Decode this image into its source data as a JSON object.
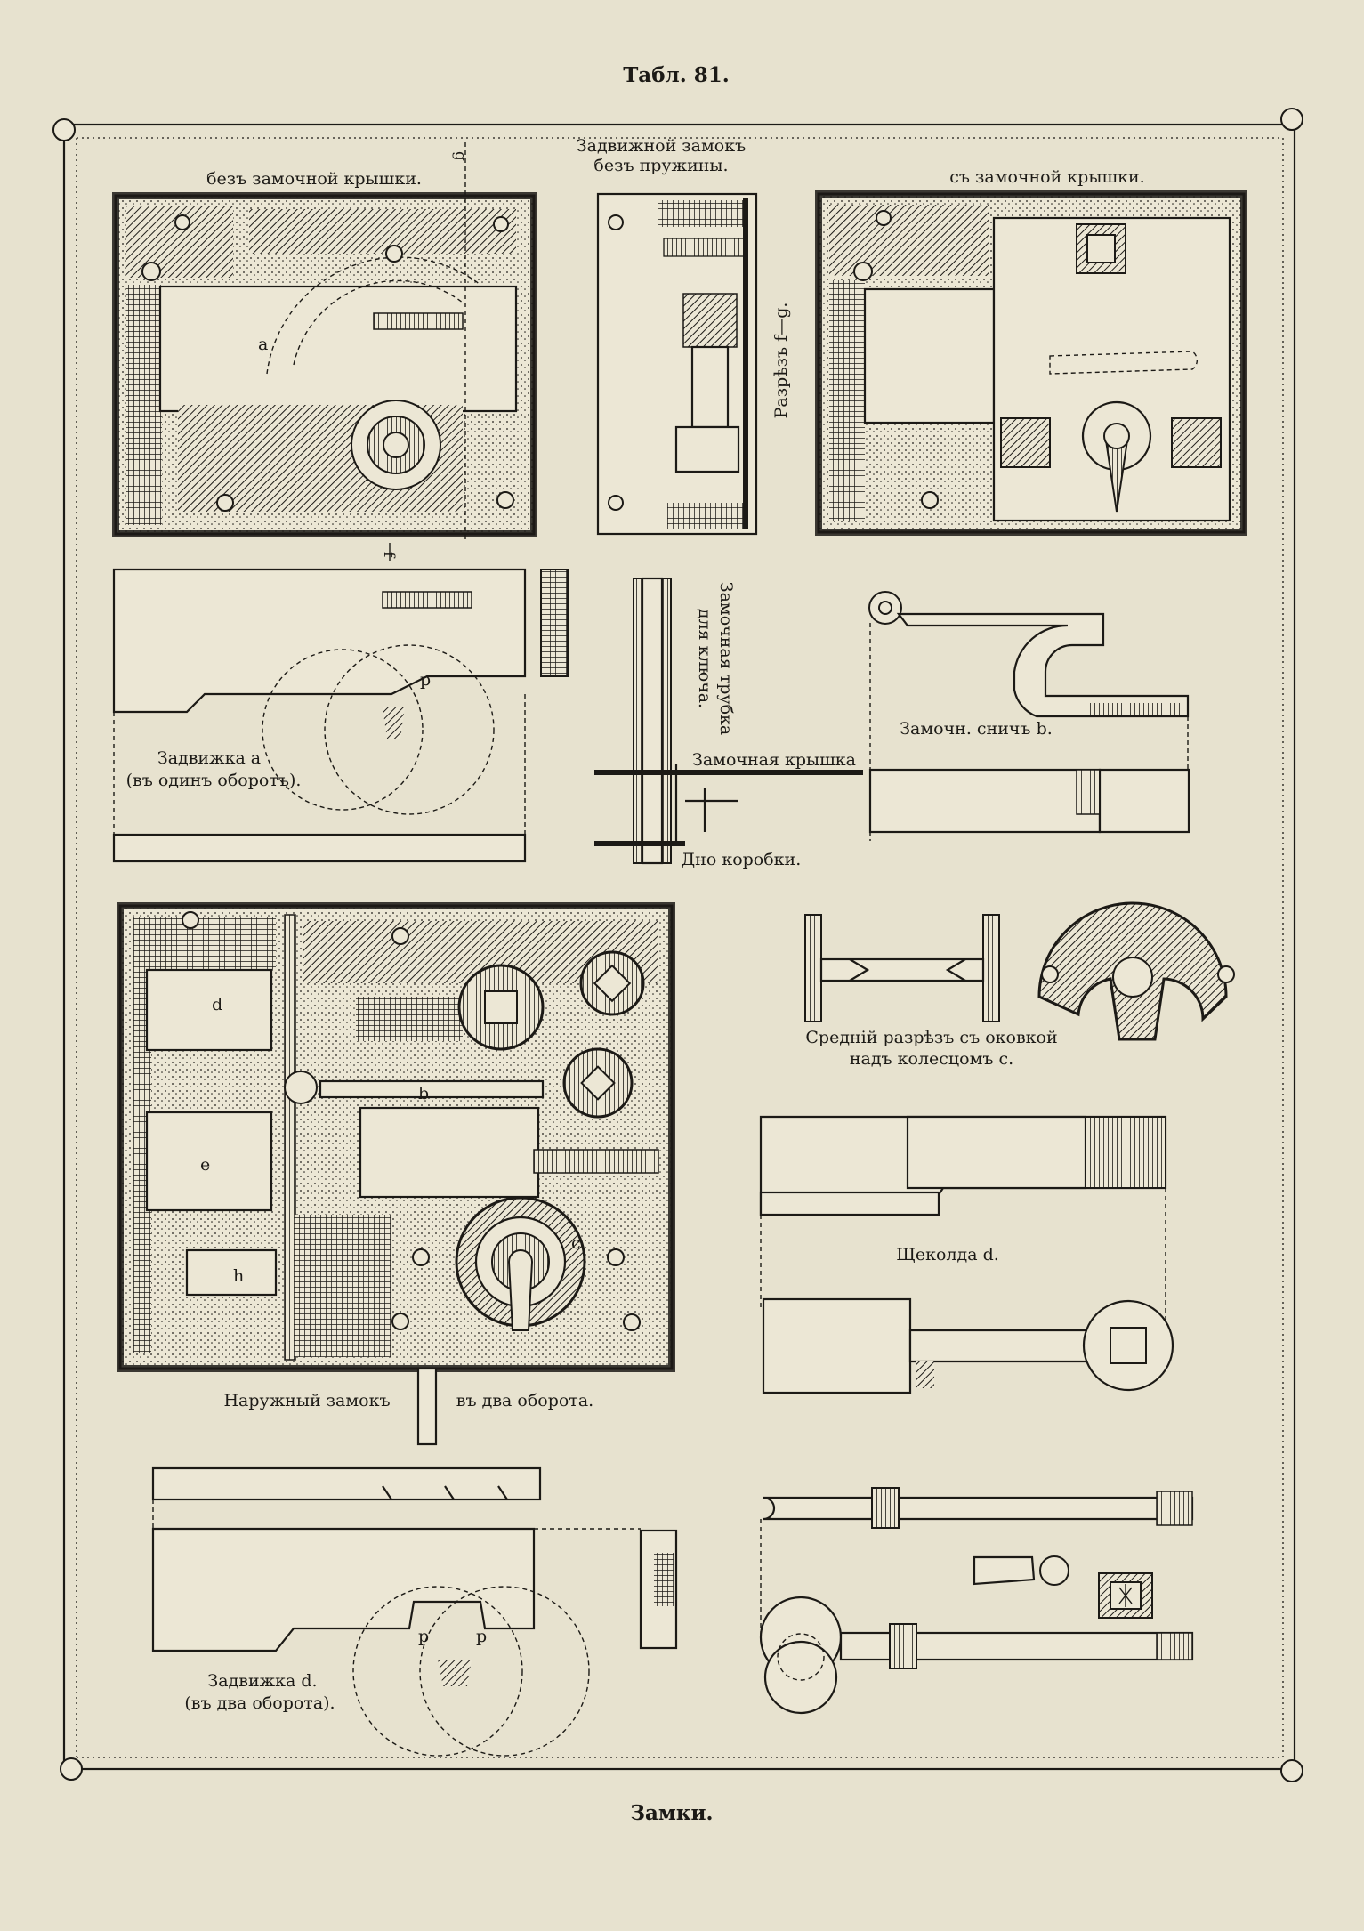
{
  "plate": {
    "header": "Табл. 81.",
    "footer": "Замки."
  },
  "labels": {
    "without_cover": "безъ замочной крышки.",
    "sliding_lock_line1": "Задвижной замокъ",
    "sliding_lock_line2": "безъ пружины.",
    "with_cover": "съ замочной крышки.",
    "section_fg": "Разрѣзъ f—g.",
    "key_tube_line1": "Замочная трубка",
    "key_tube_line2": "для ключа.",
    "lock_cover": "Замочная крышка",
    "box_bottom": "Дно коробки.",
    "bolt_a_line1": "Задвижка a",
    "bolt_a_line2": "(въ одинъ оборотъ).",
    "snib_b": "Замочн. сничъ b.",
    "middle_section_line1": "Среднiй разрѣзъ съ оковкой",
    "middle_section_line2": "надъ колесцомъ c.",
    "latch_d": "Щеколда d.",
    "outer_lock_part1": "Наружный замокъ",
    "outer_lock_part2": "въ два оборота.",
    "bolt_d_line1": "Задвижка d.",
    "bolt_d_line2": "(въ два оборота)."
  },
  "letters": {
    "a": "a",
    "f": "f",
    "g": "g",
    "b": "b",
    "p": "p",
    "d": "d",
    "e": "e",
    "h": "h",
    "c": "c"
  }
}
